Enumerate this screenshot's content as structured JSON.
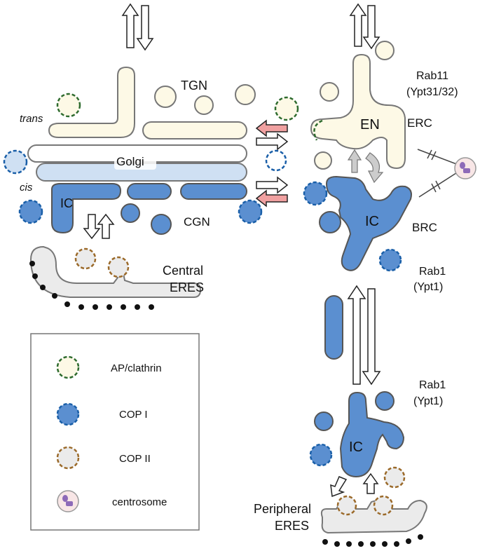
{
  "labels": {
    "tgn": "TGN",
    "trans": "trans",
    "cis": "cis",
    "golgi": "Golgi",
    "ic_golgi": "IC",
    "cgn": "CGN",
    "central_eres_line1": "Central",
    "central_eres_line2": "ERES",
    "en": "EN",
    "erc": "ERC",
    "rab11_line1": "Rab11",
    "rab11_line2": "(Ypt31/32)",
    "ic_brc": "IC",
    "brc": "BRC",
    "rab1_upper_line1": "Rab1",
    "rab1_upper_line2": "(Ypt1)",
    "rab1_lower_line1": "Rab1",
    "rab1_lower_line2": "(Ypt1)",
    "ic_peripheral": "IC",
    "peripheral_eres_line1": "Peripheral",
    "peripheral_eres_line2": "ERES"
  },
  "legend": {
    "items": [
      {
        "label": "AP/clathrin",
        "icon": "ap-clathrin-vesicle-icon"
      },
      {
        "label": "COP I",
        "icon": "cop1-vesicle-icon"
      },
      {
        "label": "COP II",
        "icon": "cop2-vesicle-icon"
      },
      {
        "label": "centrosome",
        "icon": "centrosome-icon"
      }
    ]
  },
  "colors": {
    "tgn_fill": "#fdf9e6",
    "golgi_fill": "#ffffff",
    "golgi_blue": "#cfe0f3",
    "ic_blue": "#5b8fd0",
    "cop2_fill": "#ebebeb",
    "green_dash": "#2e6b2e",
    "blue_dash": "#1a5fa8",
    "brown_dash": "#9b6a2a",
    "pink_arrow": "#f0a0a0",
    "centrosome_fill": "#f8e6e6",
    "centrosome_dot": "#8d6ab8"
  }
}
